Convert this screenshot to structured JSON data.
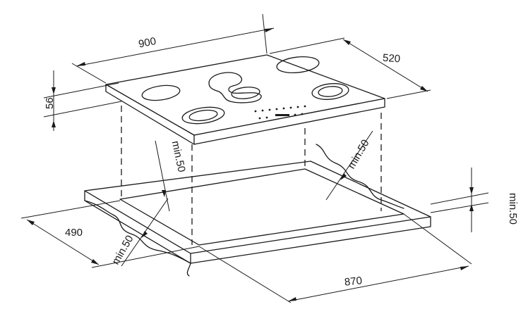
{
  "dimensions": {
    "width": "900",
    "depth": "520",
    "height": "56",
    "cutout_depth": "490",
    "cutout_width": "870",
    "clearance_left": "min.50",
    "clearance_back": "min.50",
    "clearance_right": "min.50",
    "clearance_front": "min.50"
  }
}
